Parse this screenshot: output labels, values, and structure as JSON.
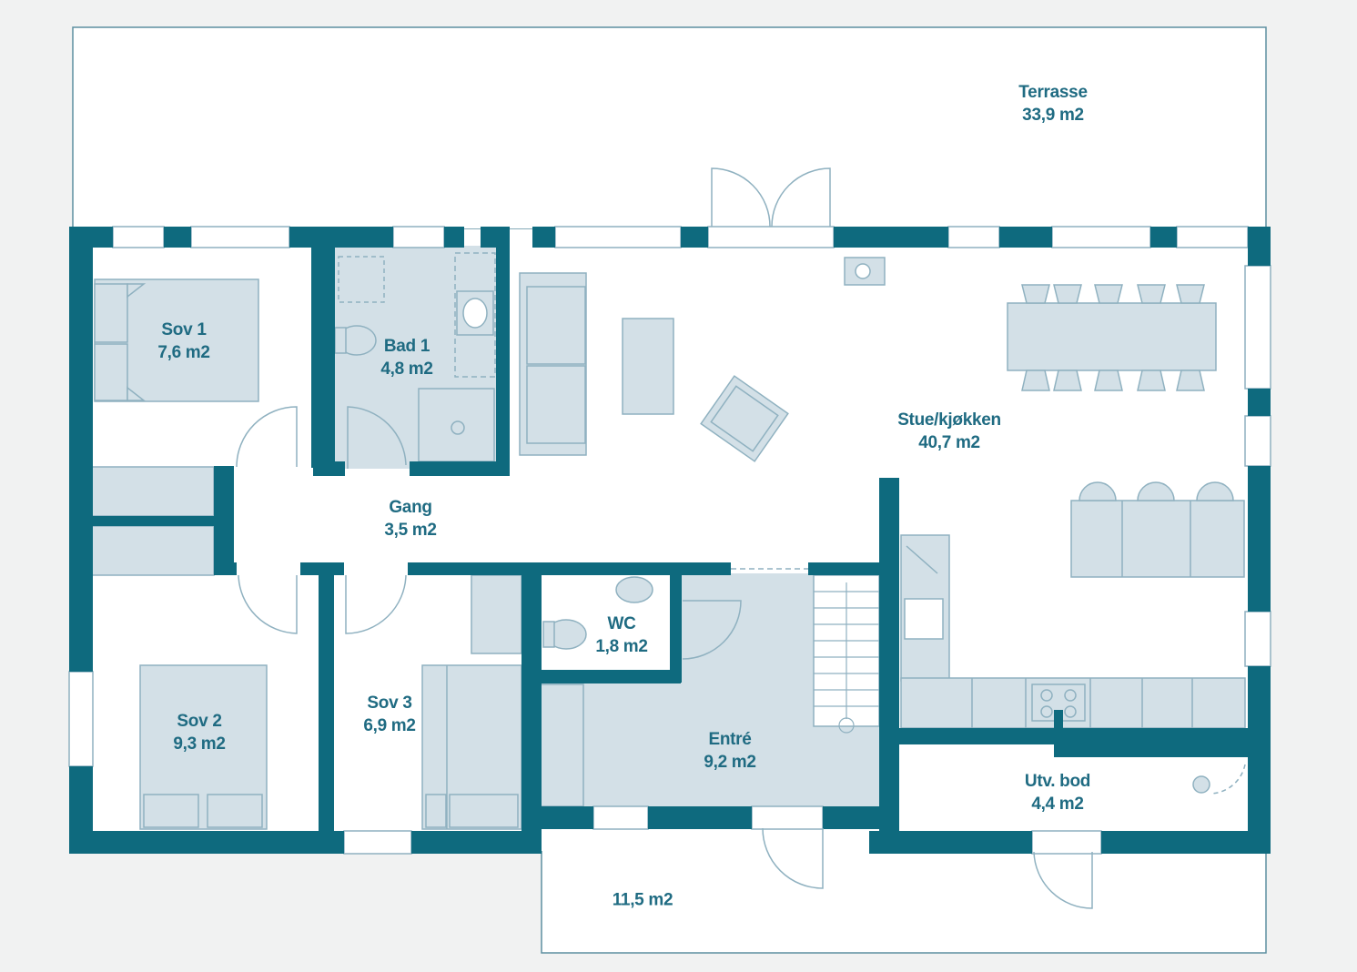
{
  "colors": {
    "wall": "#0e6a7e",
    "furniture_fill": "#d3e0e7",
    "furniture_stroke": "#8fb1c0",
    "floor_tinted": "#d3e0e7",
    "floor_white": "#ffffff",
    "background": "#f1f2f2",
    "label": "#1f6b82"
  },
  "rooms": [
    {
      "id": "terrasse",
      "name": "Terrasse",
      "area": "33,9 m2"
    },
    {
      "id": "sov1",
      "name": "Sov 1",
      "area": "7,6 m2"
    },
    {
      "id": "bad1",
      "name": "Bad 1",
      "area": "4,8 m2"
    },
    {
      "id": "stue",
      "name": "Stue/kjøkken",
      "area": "40,7 m2"
    },
    {
      "id": "gang",
      "name": "Gang",
      "area": "3,5 m2"
    },
    {
      "id": "wc",
      "name": "WC",
      "area": "1,8 m2"
    },
    {
      "id": "sov2",
      "name": "Sov 2",
      "area": "9,3 m2"
    },
    {
      "id": "sov3",
      "name": "Sov 3",
      "area": "6,9 m2"
    },
    {
      "id": "entre",
      "name": "Entré",
      "area": "9,2 m2"
    },
    {
      "id": "bod",
      "name": "Utv. bod",
      "area": "4,4 m2"
    },
    {
      "id": "porch",
      "name": "",
      "area": "11,5 m2"
    }
  ]
}
